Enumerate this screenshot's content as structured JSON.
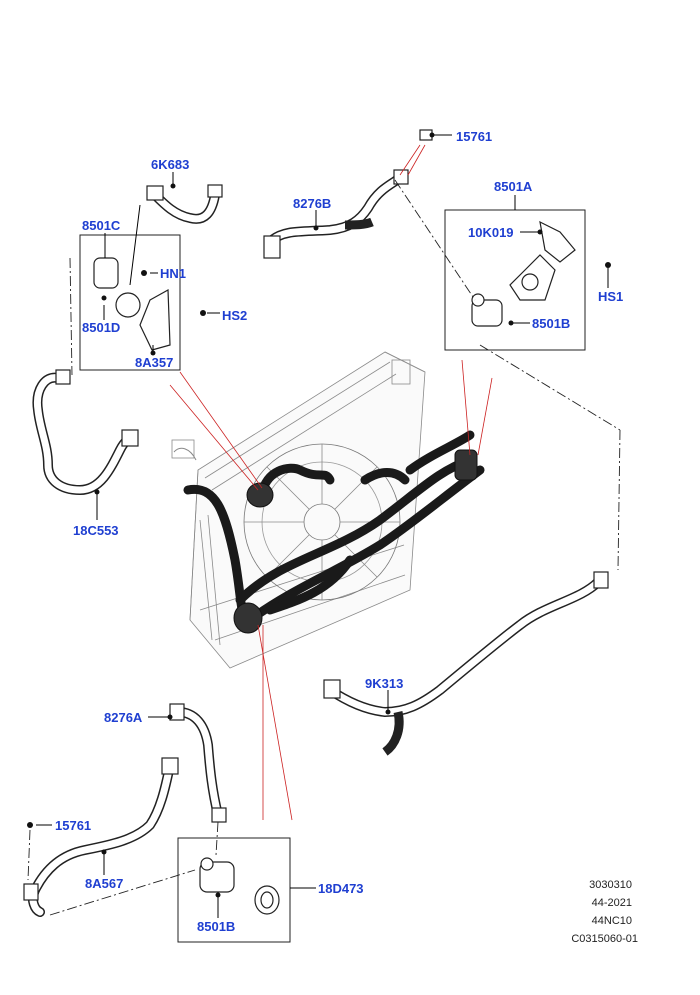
{
  "labels": {
    "p15761_top": "15761",
    "p6K683": "6K683",
    "p8276B": "8276B",
    "p8501A": "8501A",
    "p8501C": "8501C",
    "p10K019": "10K019",
    "pHN1": "HN1",
    "pHS2": "HS2",
    "pHS1": "HS1",
    "p8501D": "8501D",
    "p8501B_top": "8501B",
    "p8A357": "8A357",
    "p18C553": "18C553",
    "p9K313": "9K313",
    "p8276A": "8276A",
    "p15761_bottom": "15761",
    "p8A567": "8A567",
    "p18D473": "18D473",
    "p8501B_bottom": "8501B"
  },
  "reference": {
    "line1": "3030310",
    "line2": "44-2021",
    "line3": "44NC10",
    "line4": "C0315060-01"
  },
  "colors": {
    "callout": "#1f3fd1",
    "leader": "#000000",
    "red_leader": "#cc2222",
    "hose": "#1a1a1a",
    "outline": "#555555"
  }
}
